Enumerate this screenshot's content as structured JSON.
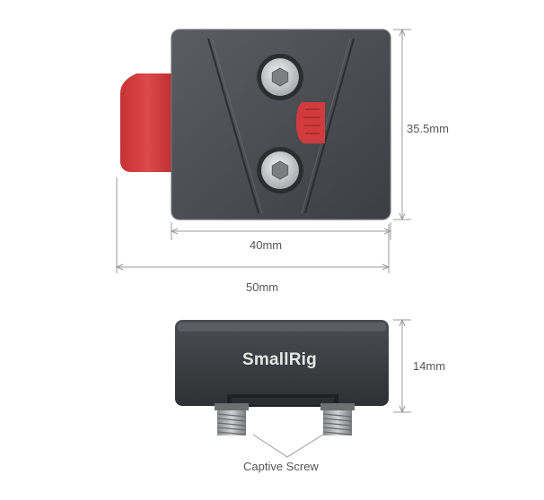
{
  "labels": {
    "height_top": "35.5mm",
    "width_body": "40mm",
    "width_total": "50mm",
    "height_side": "14mm",
    "captive_screw": "Captive Screw"
  },
  "brand": {
    "logo_text": "SmallRig"
  },
  "colors": {
    "body_dark": "#3a3c41",
    "body_light": "#55585e",
    "red_lever": "#d0393b",
    "line_gray": "#9a9a9a",
    "text_gray": "#555555"
  }
}
